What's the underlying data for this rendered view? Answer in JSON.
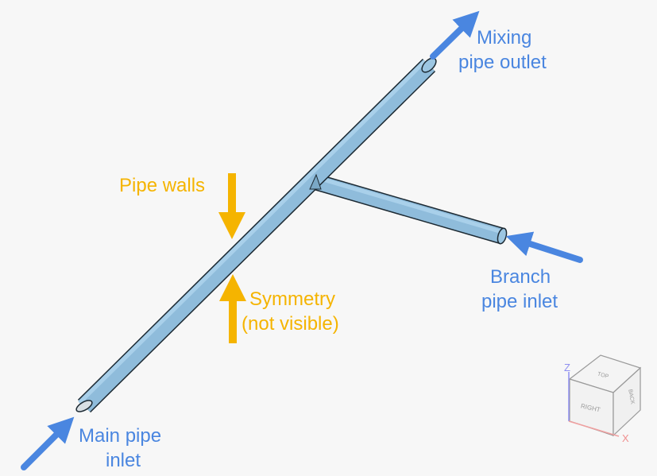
{
  "colors": {
    "flow_arrow": "#4a86e0",
    "annotation_arrow": "#f5b400",
    "pipe": "#8fbcdb",
    "background": "#f7f7f7"
  },
  "labels": {
    "outlet": [
      "Mixing",
      "pipe outlet"
    ],
    "pipe_walls": "Pipe walls",
    "symmetry": [
      "Symmetry",
      "(not visible)"
    ],
    "branch_inlet": [
      "Branch",
      "pipe inlet"
    ],
    "main_inlet": [
      "Main pipe",
      "inlet"
    ]
  },
  "view_cube": {
    "faces": {
      "top": "TOP",
      "right": "RIGHT",
      "back": "BACK"
    },
    "axes": {
      "z": "Z",
      "x": "X"
    }
  }
}
